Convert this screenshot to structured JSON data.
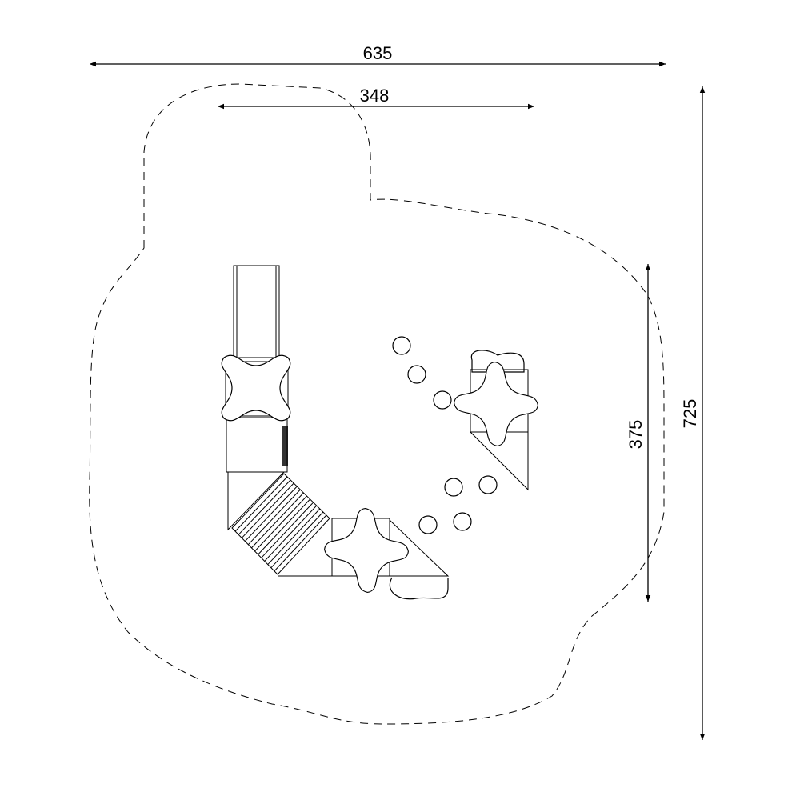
{
  "drawing": {
    "dimensions": {
      "overall_width": "635",
      "inner_width": "348",
      "overall_depth": "725",
      "inner_depth": "375"
    },
    "colors": {
      "line": "#000000",
      "background": "#ffffff"
    }
  }
}
